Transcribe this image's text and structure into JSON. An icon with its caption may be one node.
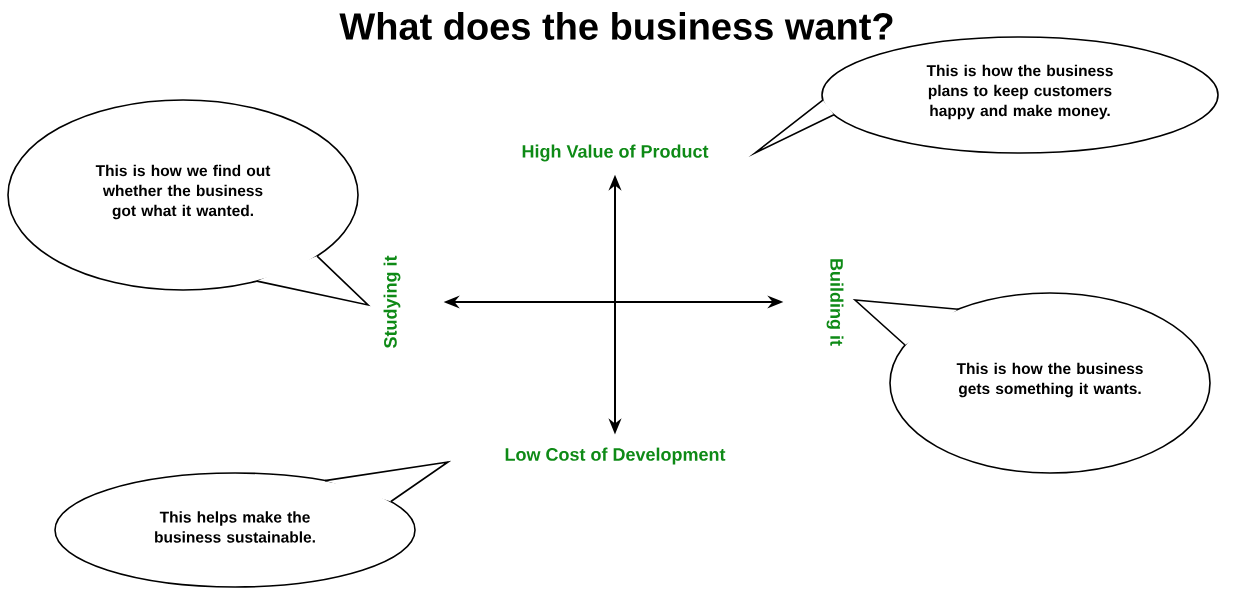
{
  "diagram": {
    "title": "What does the business want?",
    "nodes": [
      {
        "text": [
          "This is how the business plans to keep customers happy and make money."
        ]
      },
      {
        "text": [
          "High Value of Product"
        ]
      },
      {
        "text": [
          "This is how we find out whether the business got what it wanted."
        ]
      },
      {
        "text": [
          "Studying it"
        ]
      },
      {
        "text": [
          "Building it"
        ]
      },
      {
        "text": [
          "This is how the business gets something it wants."
        ]
      },
      {
        "text": [
          "Low Cost of Development"
        ]
      },
      {
        "text": [
          "This helps make the business sustainable."
        ]
      }
    ],
    "edges": [
      {
        "from": 1,
        "to": 6,
        "arrow": "both"
      },
      {
        "from": 3,
        "to": 4,
        "arrow": "both"
      }
    ]
  }
}
